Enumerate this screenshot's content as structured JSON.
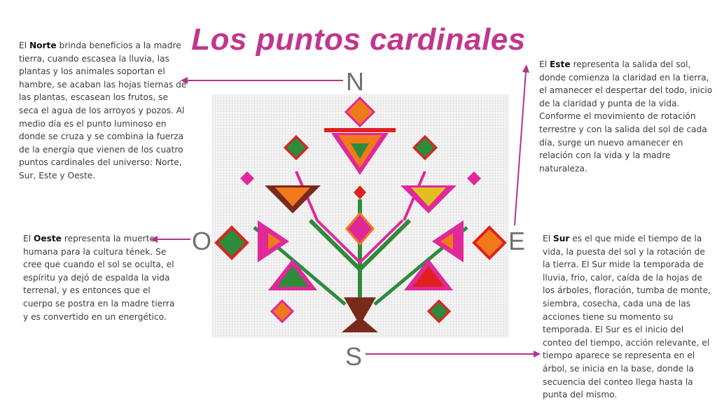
{
  "title": "Los puntos cardinales",
  "directions": {
    "north": "N",
    "west": "O",
    "east": "E",
    "south": "S"
  },
  "norte": {
    "pre": "El ",
    "bold": "Norte",
    "text": " brinda beneficios a la madre tierra, cuando escasea la lluvia, las plantas y los animales soportan el hambre, se acaban las hojas tiernas de las plantas, escasean los frutos, se seca el agua de los arroyos y pozos. Al medio día es el punto luminoso en donde se cruza y se combina la fuerza de la energía que vienen de los cuatro puntos cardinales del universo: Norte, Sur, Este y Oeste."
  },
  "este": {
    "pre": "El ",
    "bold": "Este",
    "text": " representa la salida del sol, donde comienza la claridad en la tierra, el amanecer el despertar del todo, inicio de la claridad y punta de la vida. Conforme el movimiento de rotación terrestre y con la salida del sol de cada día, surge un nuevo amanecer en relación con la vida y la madre naturaleza."
  },
  "oeste": {
    "pre": "El ",
    "bold": "Oeste",
    "text": " representa la muerte humana para la cultura tének. Se cree que cuando el sol se oculta, el espíritu ya dejó de espalda la vida terrenal, y es entonces que el cuerpo se postra en la madre tierra y es convertido en un energético."
  },
  "sur": {
    "pre": "El ",
    "bold": "Sur",
    "text": " es el que mide el tiempo de la vida, la puesta del sol y la rotación de la tierra. El Sur mide la temporada de lluvia, frio, calor, caída de la hojas de los árboles, floración, tumba de monte, siembra, cosecha, cada una de las acciones tiene su momento su temporada. El Sur es el inicio del conteo del tiempo, acción relevante, el tiempo aparece se representa en el árbol, se inicia en la base, donde la secuencia del conteo llega hasta la punta del mismo."
  },
  "colors": {
    "accent": "#c0378d",
    "arrow": "#b5338a"
  }
}
